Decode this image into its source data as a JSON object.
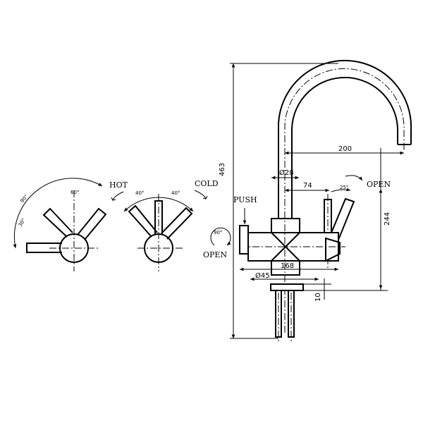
{
  "labels": {
    "hot": "HOT",
    "cold": "COLD",
    "push": "PUSH",
    "open_left": "OPEN",
    "open_right": "OPEN"
  },
  "dimensions": {
    "height_total": "463",
    "reach": "200",
    "spout_diameter": "Ø28",
    "lever_offset": "74",
    "lever_angle": "25°",
    "lever_height": "244",
    "body_width": "168",
    "base_diameter": "Ø45",
    "base_thickness": "10",
    "rotate_angle": "90°",
    "hot_angle": "40°",
    "cold_angle": "40°",
    "arc_90": "90°",
    "arc_30": "30°",
    "arc_60": "60°"
  }
}
